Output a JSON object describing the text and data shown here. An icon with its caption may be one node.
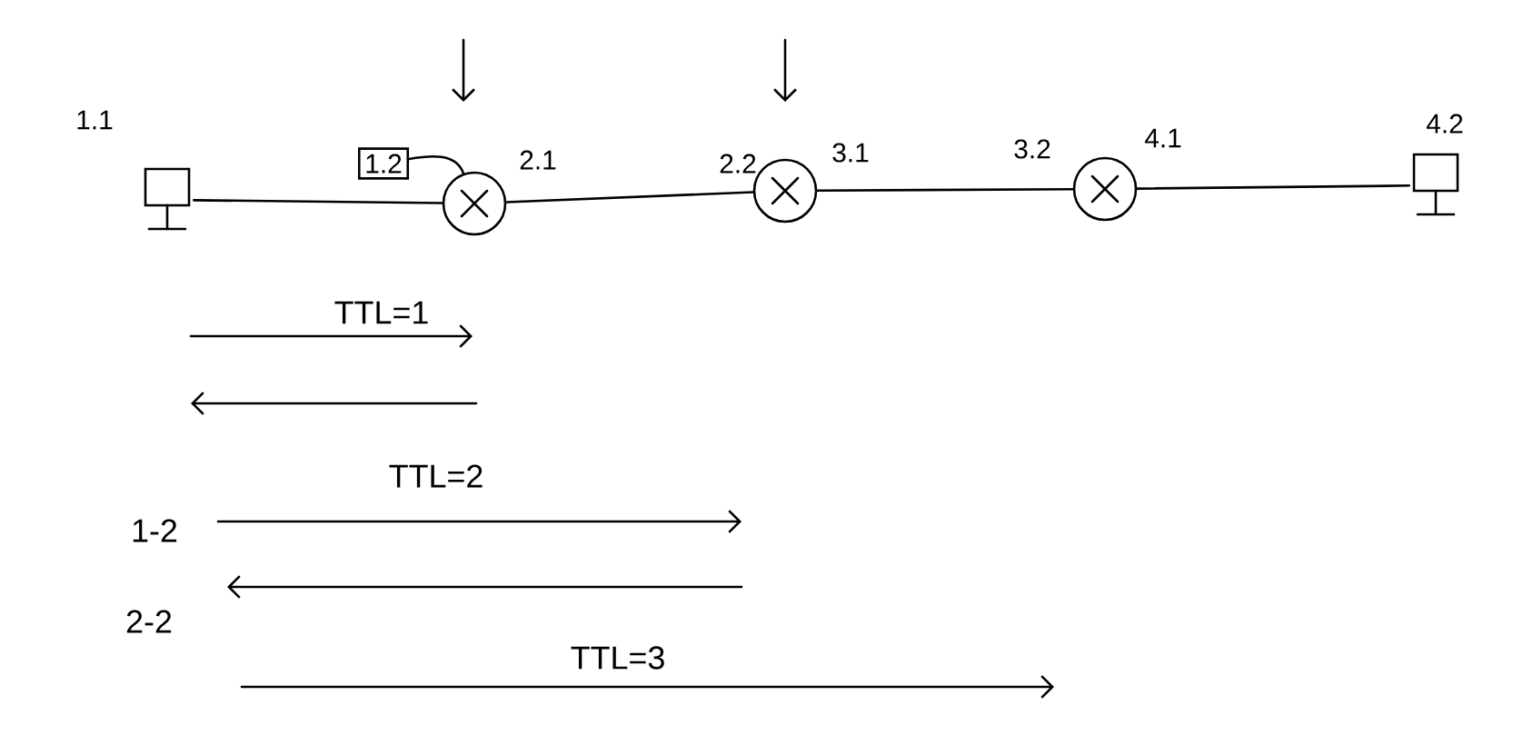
{
  "diagram": {
    "nodes": [
      {
        "text": [],
        "shape": "computer",
        "beside": [
          "1.1"
        ]
      },
      {
        "text": [
          "1.2"
        ]
      },
      {
        "text": [],
        "shape": "circle",
        "beside": [
          "2.1"
        ]
      },
      {
        "text": [],
        "shape": "circle",
        "beside": [
          "2.2",
          "3.1"
        ]
      },
      {
        "text": [],
        "shape": "circle",
        "beside": [
          "3.2",
          "4.1"
        ]
      },
      {
        "text": [],
        "shape": "computer",
        "beside": [
          "4.2"
        ]
      }
    ],
    "edges": [
      {
        "from": 0,
        "to": 2,
        "arrow": "none"
      },
      {
        "from": 1,
        "to": 2,
        "arrow": "none"
      },
      {
        "from": 2,
        "to": 3,
        "arrow": "none"
      },
      {
        "from": 3,
        "to": 4,
        "arrow": "none"
      },
      {
        "from": 4,
        "to": 5,
        "arrow": "none"
      }
    ],
    "labels": [
      "TTL=1",
      "TTL=2",
      "1-2",
      "2-2",
      "TTL=3"
    ]
  }
}
